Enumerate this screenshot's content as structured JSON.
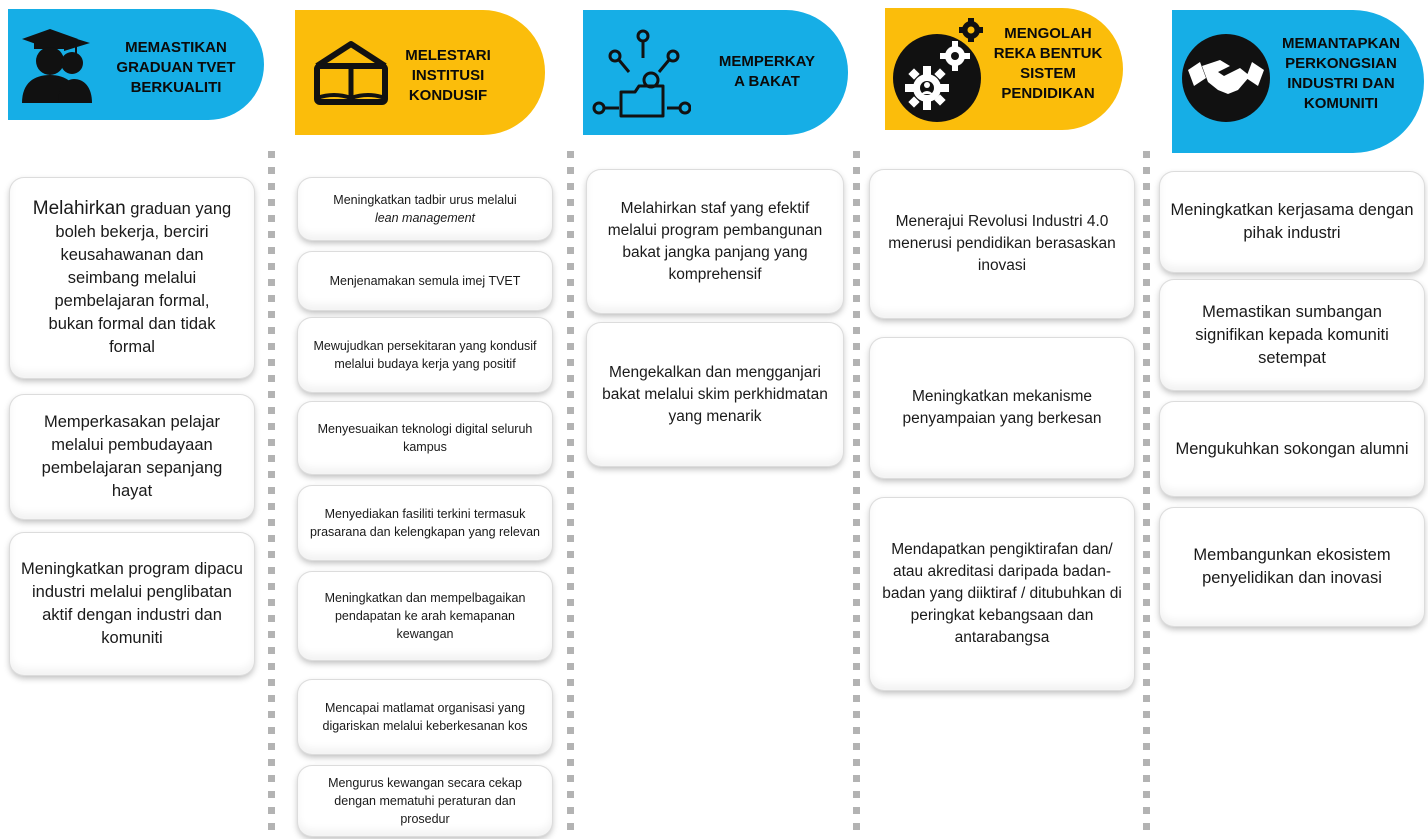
{
  "colors": {
    "blue": "#16aee6",
    "yellow": "#fbbd0b",
    "separator": "#b3b3b3"
  },
  "columns": [
    {
      "icon": "graduate-icon",
      "title": [
        "MEMASTIKAN",
        "GRADUAN TVET",
        "BERKUALITI"
      ],
      "color": "blue",
      "items": [
        {
          "lead": "Melahirkan",
          "rest": "graduan yang boleh bekerja, berciri keusahawanan dan seimbang melalui pembelajaran formal, bukan formal dan tidak formal"
        },
        {
          "text": "Memperkasakan pelajar melalui pembudayaan pembelajaran sepanjang hayat"
        },
        {
          "text": "Meningkatkan program dipacu industri melalui penglibatan aktif dengan industri dan komuniti"
        }
      ]
    },
    {
      "icon": "book-icon",
      "title": [
        "MELESTARI",
        "INSTITUSI",
        "KONDUSIF"
      ],
      "color": "yellow",
      "items": [
        {
          "text": "Meningkatkan tadbir urus melalui",
          "italic": "lean management"
        },
        {
          "text": "Menjenamakan semula imej TVET"
        },
        {
          "text": "Mewujudkan persekitaran yang kondusif melalui budaya kerja yang positif"
        },
        {
          "text": "Menyesuaikan teknologi digital seluruh kampus"
        },
        {
          "text": "Menyediakan fasiliti terkini termasuk prasarana dan kelengkapan yang relevan"
        },
        {
          "text": "Meningkatkan dan mempelbagaikan pendapatan ke arah kemapanan kewangan"
        },
        {
          "text": "Mencapai matlamat organisasi yang digariskan melalui keberkesanan kos"
        },
        {
          "text": "Mengurus kewangan secara cekap dengan mematuhi peraturan dan prosedur"
        }
      ]
    },
    {
      "icon": "talent-network-icon",
      "title": [
        "MEMPERKAY",
        "A BAKAT"
      ],
      "color": "blue",
      "items": [
        {
          "text": "Melahirkan staf yang efektif melalui program pembangunan bakat jangka panjang yang komprehensif"
        },
        {
          "text": "Mengekalkan dan mengganjari bakat melalui skim perkhidmatan yang menarik"
        }
      ]
    },
    {
      "icon": "gears-icon",
      "title": [
        "MENGOLAH",
        "REKA BENTUK",
        "SISTEM",
        "PENDIDIKAN"
      ],
      "color": "yellow",
      "items": [
        {
          "text": "Menerajui Revolusi Industri 4.0 menerusi pendidikan berasaskan inovasi"
        },
        {
          "text": "Meningkatkan mekanisme penyampaian yang berkesan"
        },
        {
          "text": "Mendapatkan pengiktirafan dan/ atau akreditasi daripada badan-badan yang diiktiraf / ditubuhkan di peringkat kebangsaan dan antarabangsa"
        }
      ]
    },
    {
      "icon": "handshake-icon",
      "title": [
        "MEMANTAPKAN",
        "PERKONGSIAN",
        "INDUSTRI DAN",
        "KOMUNITI"
      ],
      "color": "blue",
      "items": [
        {
          "text": "Meningkatkan kerjasama dengan pihak industri"
        },
        {
          "text": "Memastikan sumbangan signifikan kepada komuniti setempat"
        },
        {
          "text": "Mengukuhkan sokongan alumni"
        },
        {
          "text": "Membangunkan ekosistem penyelidikan dan inovasi"
        }
      ]
    }
  ]
}
